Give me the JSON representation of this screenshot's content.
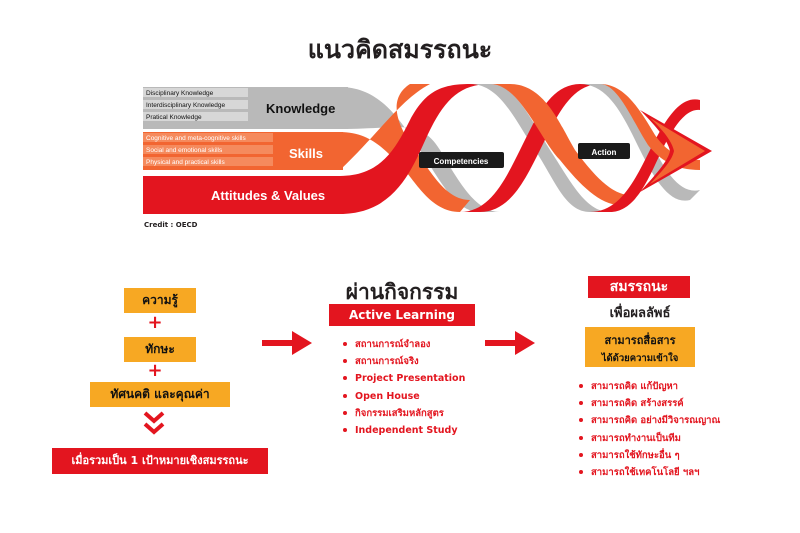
{
  "title": "แนวคิดสมรรถนะ",
  "diagram": {
    "knowledge_items": [
      "Disciplinary Knowledge",
      "Interdisciplinary Knowledge",
      "Pratical Knowledge"
    ],
    "knowledge_label": "Knowledge",
    "skills_items": [
      "Cognitive and meta-cognitive skills",
      "Social and emotional skills",
      "Physical and practical skills"
    ],
    "skills_label": "Skills",
    "attitudes_label": "Attitudes & Values",
    "competencies_label": "Competencies",
    "action_label": "Action",
    "credit": "Credit : OECD",
    "colors": {
      "gray": "#b9b9b9",
      "red": "#e3151f",
      "orange": "#f26531",
      "black": "#1a1a1a"
    }
  },
  "left": {
    "box1": "ความรู้",
    "plus1": "+",
    "box2": "ทักษะ",
    "plus2": "+",
    "box3": "ทัศนคติ และคุณค่า",
    "result": "เมื่อรวมเป็น 1 เป้าหมายเชิงสมรรถนะ"
  },
  "middle": {
    "title": "ผ่านกิจกรรม",
    "subtitle": "Active Learning",
    "items": [
      "สถานการณ์จำลอง",
      "สถานการณ์จริง",
      "Project Presentation",
      "Open House",
      "กิจกรรมเสริมหลักสูตร",
      "Independent Study"
    ]
  },
  "right": {
    "badge": "สมรรถนะ",
    "subtitle": "เพื่อผลลัพธ์",
    "box_line1": "สามารถสื่อสาร",
    "box_line2": "ได้ด้วยความเข้าใจ",
    "items": [
      "สามารถคิด แก้ปัญหา",
      "สามารถคิด สร้างสรรค์",
      "สามารถคิด อย่างมีวิจารณญาณ",
      "สามารถทำงานเป็นทีม",
      "สามารถใช้ทักษะอื่น ๆ",
      "สามารถใช้เทคโนโลยี ฯลฯ"
    ]
  }
}
